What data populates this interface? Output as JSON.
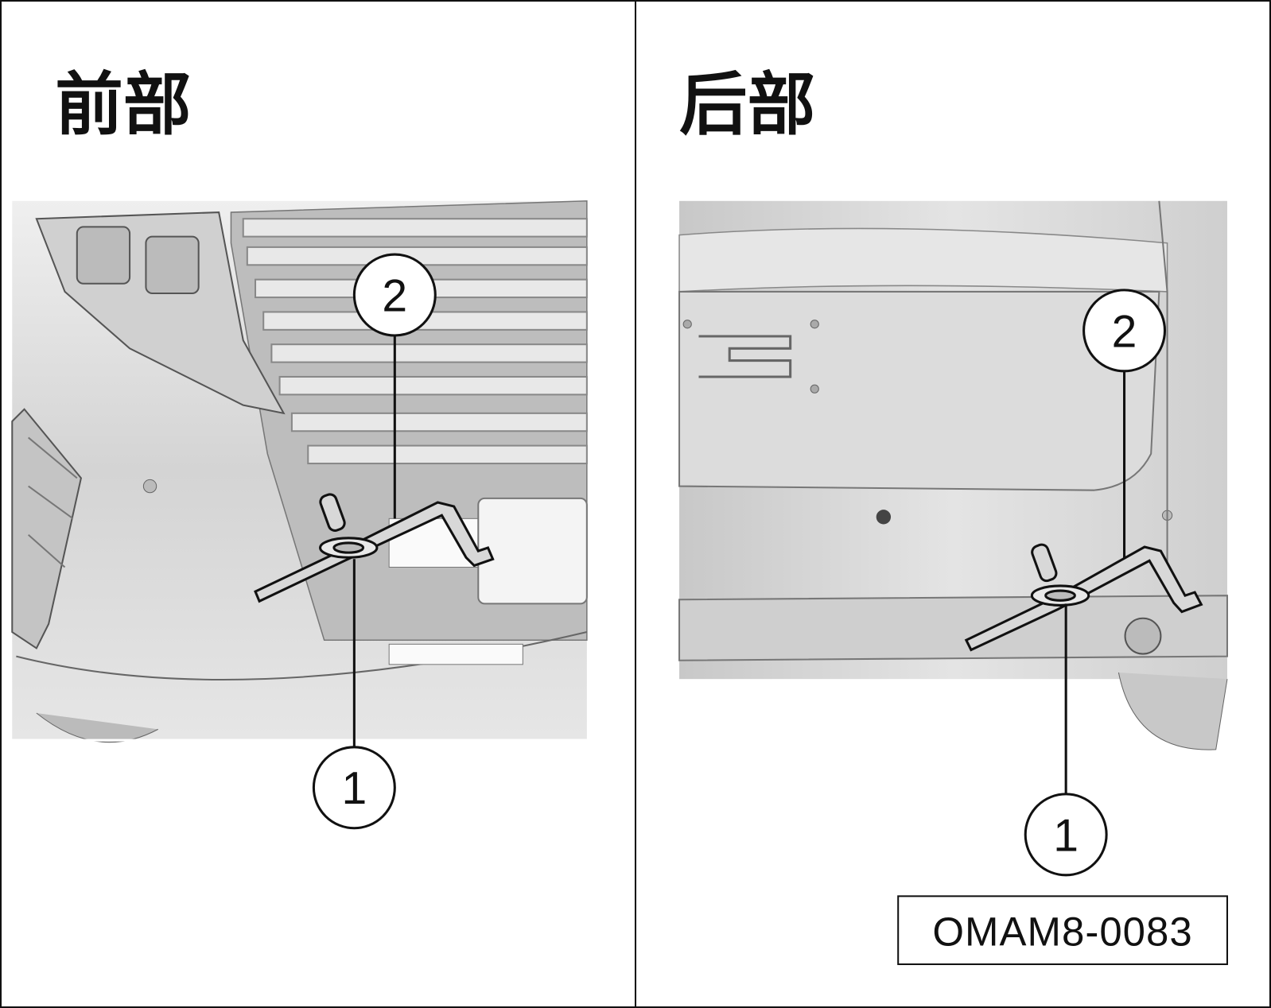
{
  "panels": {
    "front": {
      "title": "前部",
      "callouts": {
        "one": "1",
        "two": "2"
      }
    },
    "rear": {
      "title": "后部",
      "callouts": {
        "one": "1",
        "two": "2"
      }
    }
  },
  "figure_code": "OMAM8-0083",
  "colors": {
    "body": "#d9d9d9",
    "line": "#111111",
    "background": "#ffffff"
  }
}
